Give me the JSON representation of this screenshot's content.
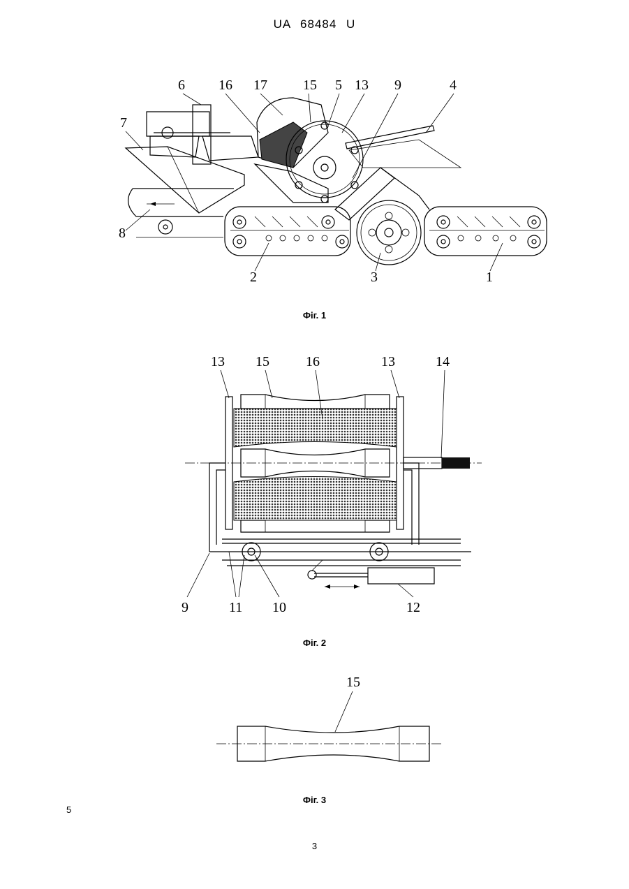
{
  "header": {
    "text": "UA   68484   U"
  },
  "figures": [
    {
      "caption": "Фіг. 1",
      "labels": [
        "6",
        "16",
        "17",
        "15",
        "5",
        "13",
        "9",
        "4",
        "7",
        "8",
        "2",
        "3",
        "1"
      ]
    },
    {
      "caption": "Фіг. 2",
      "labels": [
        "13",
        "15",
        "16",
        "13",
        "14",
        "9",
        "11",
        "10",
        "12"
      ]
    },
    {
      "caption": "Фіг. 3",
      "labels": [
        "15"
      ]
    }
  ],
  "margin_number": "5",
  "page_number": "3"
}
